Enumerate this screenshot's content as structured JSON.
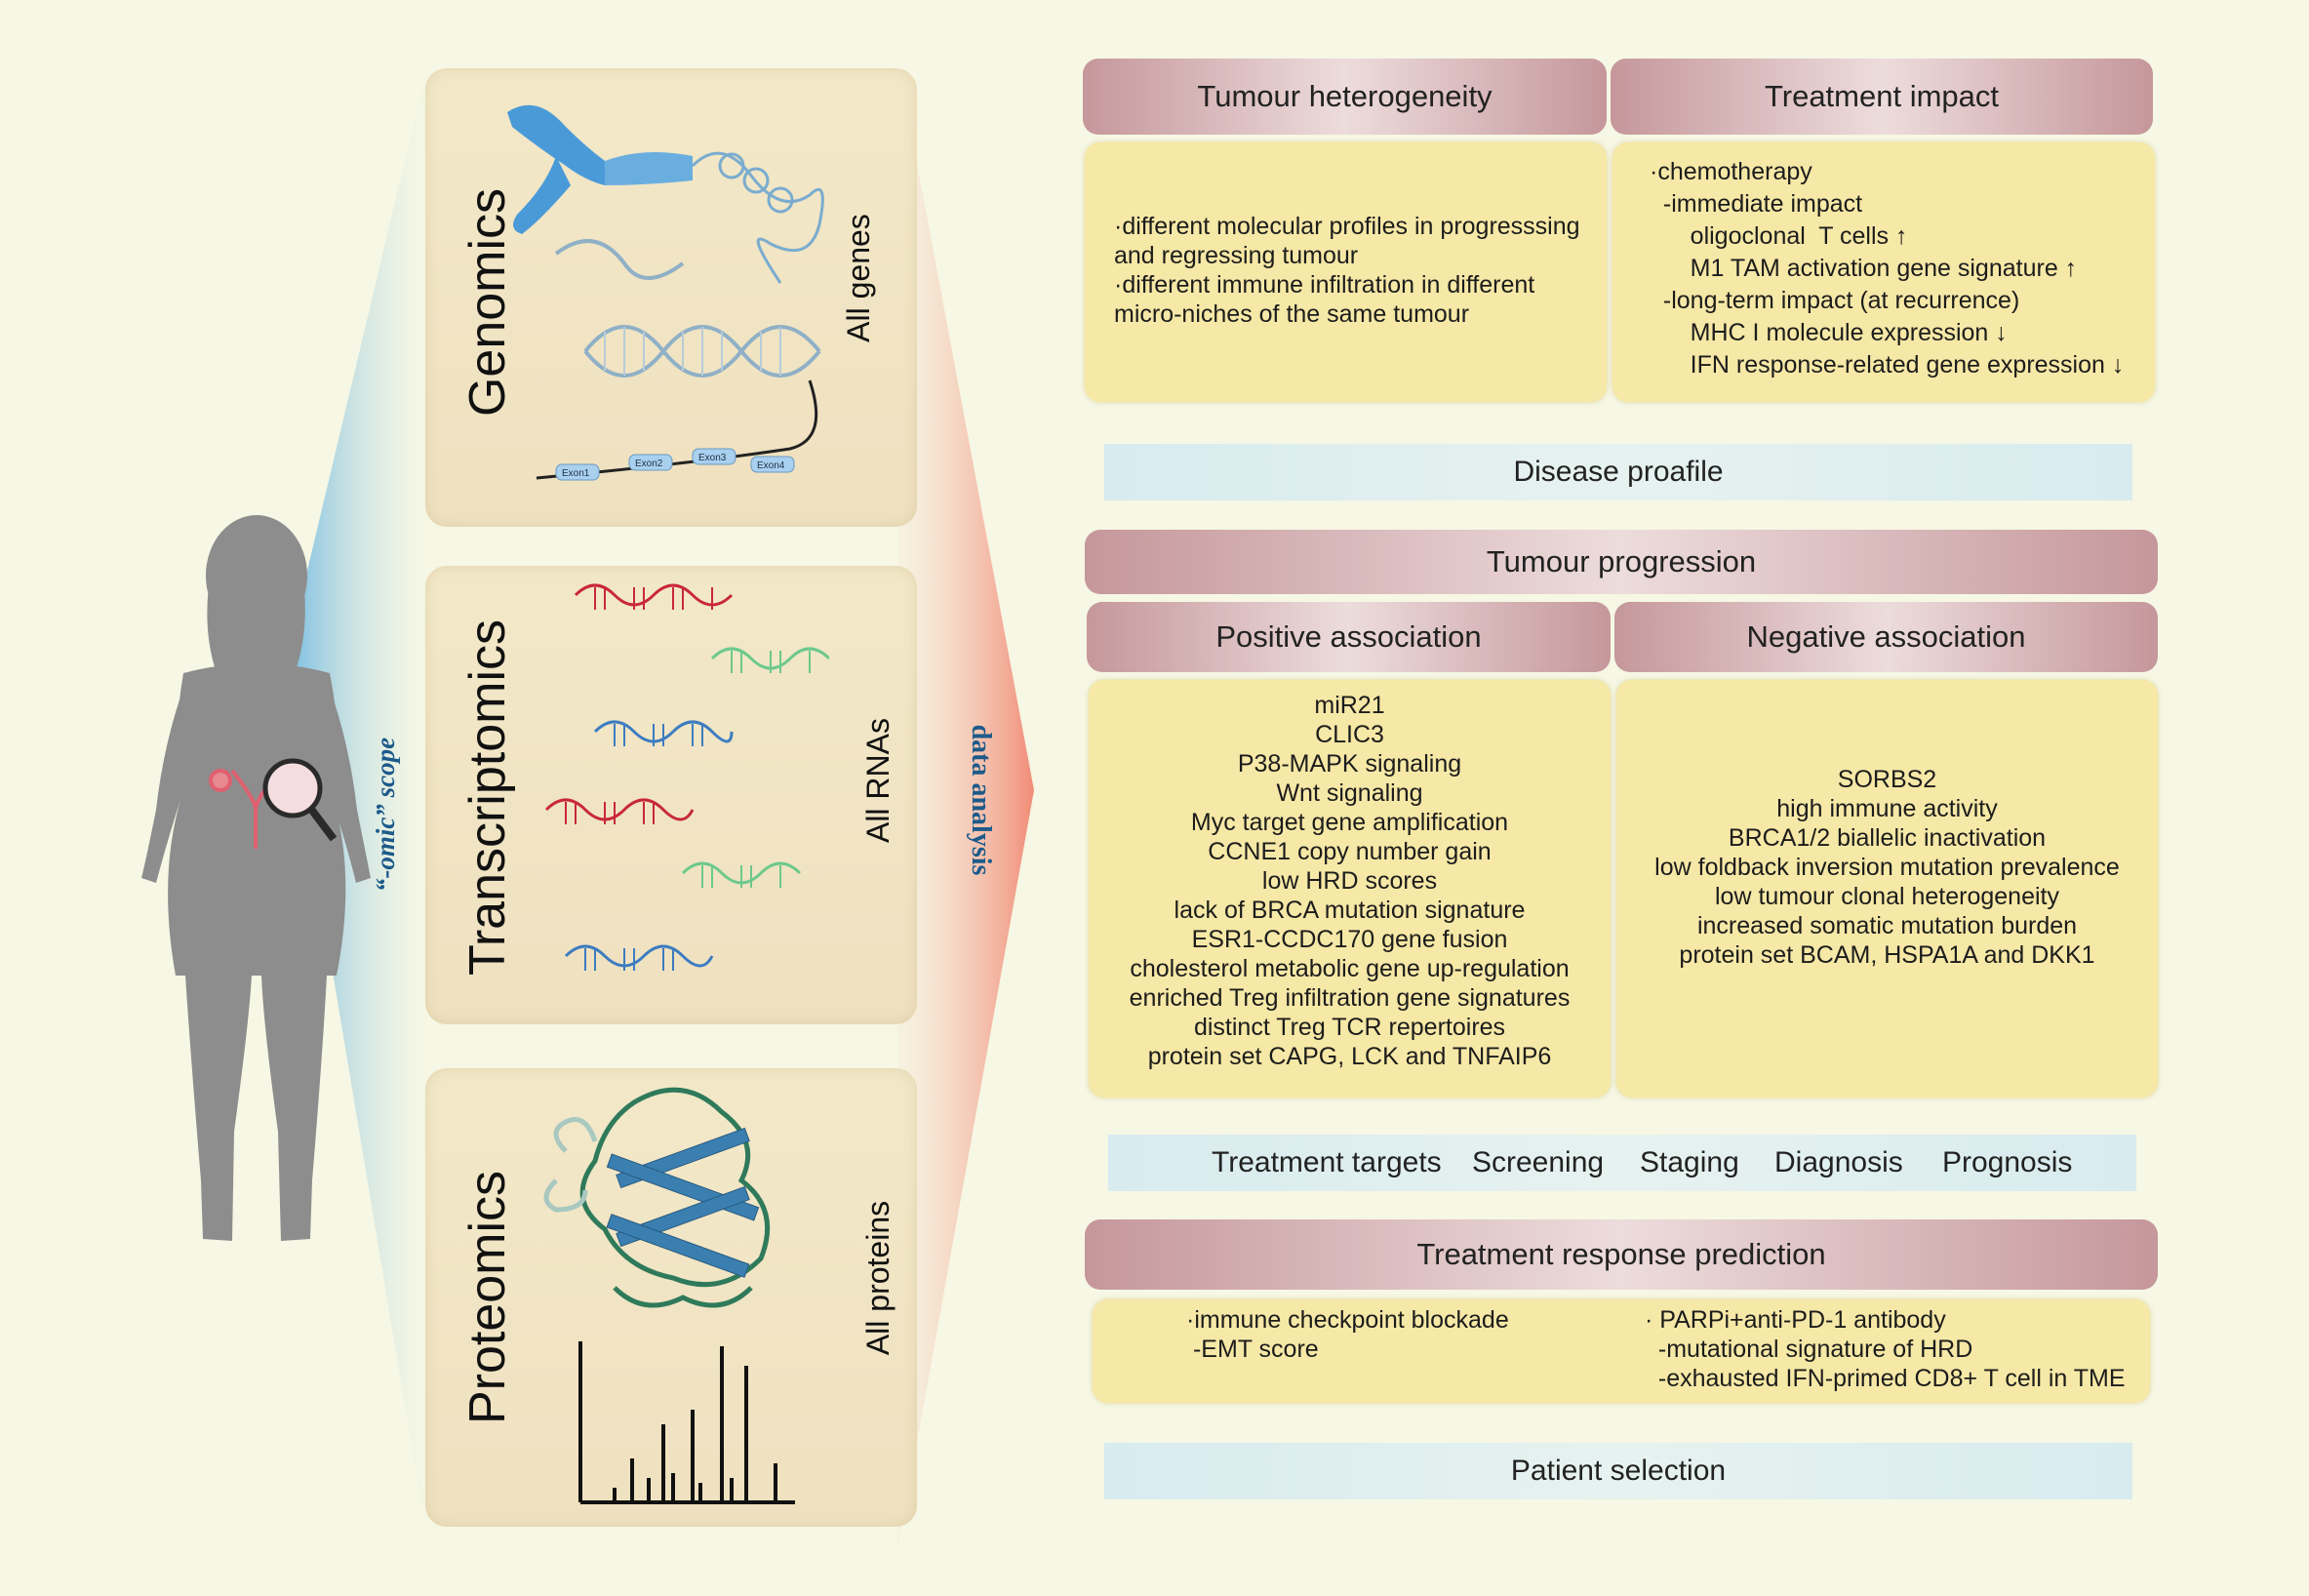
{
  "left": {
    "scope_label": "“-omic” scope",
    "analysis_label": "data analysis",
    "panels": [
      {
        "title": "Genomics",
        "side": "All genes",
        "exons": [
          "Exon1",
          "Exon2",
          "Exon3",
          "Exon4"
        ]
      },
      {
        "title": "Transcriptomics",
        "side": "All RNAs"
      },
      {
        "title": "Proteomics",
        "side": "All proteins"
      }
    ]
  },
  "top": {
    "heterogeneity": {
      "header": "Tumour heterogeneity",
      "lines": [
        "·different molecular profiles in progresssing",
        "and regressing tumour",
        "·different immune infiltration in different",
        "micro-niches of the same tumour"
      ]
    },
    "treatment": {
      "header": "Treatment impact",
      "lines": [
        "·chemotherapy",
        "  -immediate impact",
        "      oligoclonal  T cells ↑",
        "      M1 TAM activation gene signature ↑",
        "  -long-term impact (at recurrence)",
        "      MHC I molecule expression ↓",
        "      IFN response-related gene expression ↓"
      ]
    },
    "disease_profile": "Disease proafile"
  },
  "progression": {
    "header": "Tumour progression",
    "positive": {
      "header": "Positive association",
      "items": [
        "miR21",
        "CLIC3",
        "P38-MAPK signaling",
        "Wnt signaling",
        "Myc target gene amplification",
        "CCNE1 copy number gain",
        "low HRD scores",
        "lack of BRCA mutation signature",
        "ESR1-CCDC170 gene fusion",
        "cholesterol metabolic gene up-regulation",
        "enriched Treg infiltration gene signatures",
        "distinct Treg TCR repertoires",
        "protein set CAPG, LCK and TNFAIP6"
      ]
    },
    "negative": {
      "header": "Negative association",
      "items": [
        "SORBS2",
        "high immune activity",
        "BRCA1/2 biallelic inactivation",
        "low foldback inversion mutation prevalence",
        "low tumour clonal heterogeneity",
        "increased somatic mutation burden",
        "protein set BCAM, HSPA1A and DKK1"
      ]
    },
    "applications": [
      "Treatment targets",
      "Screening",
      "Staging",
      "Diagnosis",
      "Prognosis"
    ]
  },
  "prediction": {
    "header": "Treatment response prediction",
    "left_lines": [
      "·immune checkpoint blockade",
      " -EMT score"
    ],
    "right_lines": [
      "· PARPi+anti-PD-1 antibody",
      "  -mutational signature of HRD",
      "  -exhausted IFN-primed CD8+ T cell in TME"
    ],
    "footer": "Patient selection"
  },
  "colors": {
    "header_pink": "#c5979b",
    "box_yellow": "#f6e8a6",
    "bar_blue": "#d8ebef",
    "rna_red": "#c8283c",
    "rna_green": "#6cc98c",
    "rna_blue": "#3d7cc0",
    "chromosome_blue": "#4a9ad8",
    "silhouette": "#8d8d8d"
  }
}
